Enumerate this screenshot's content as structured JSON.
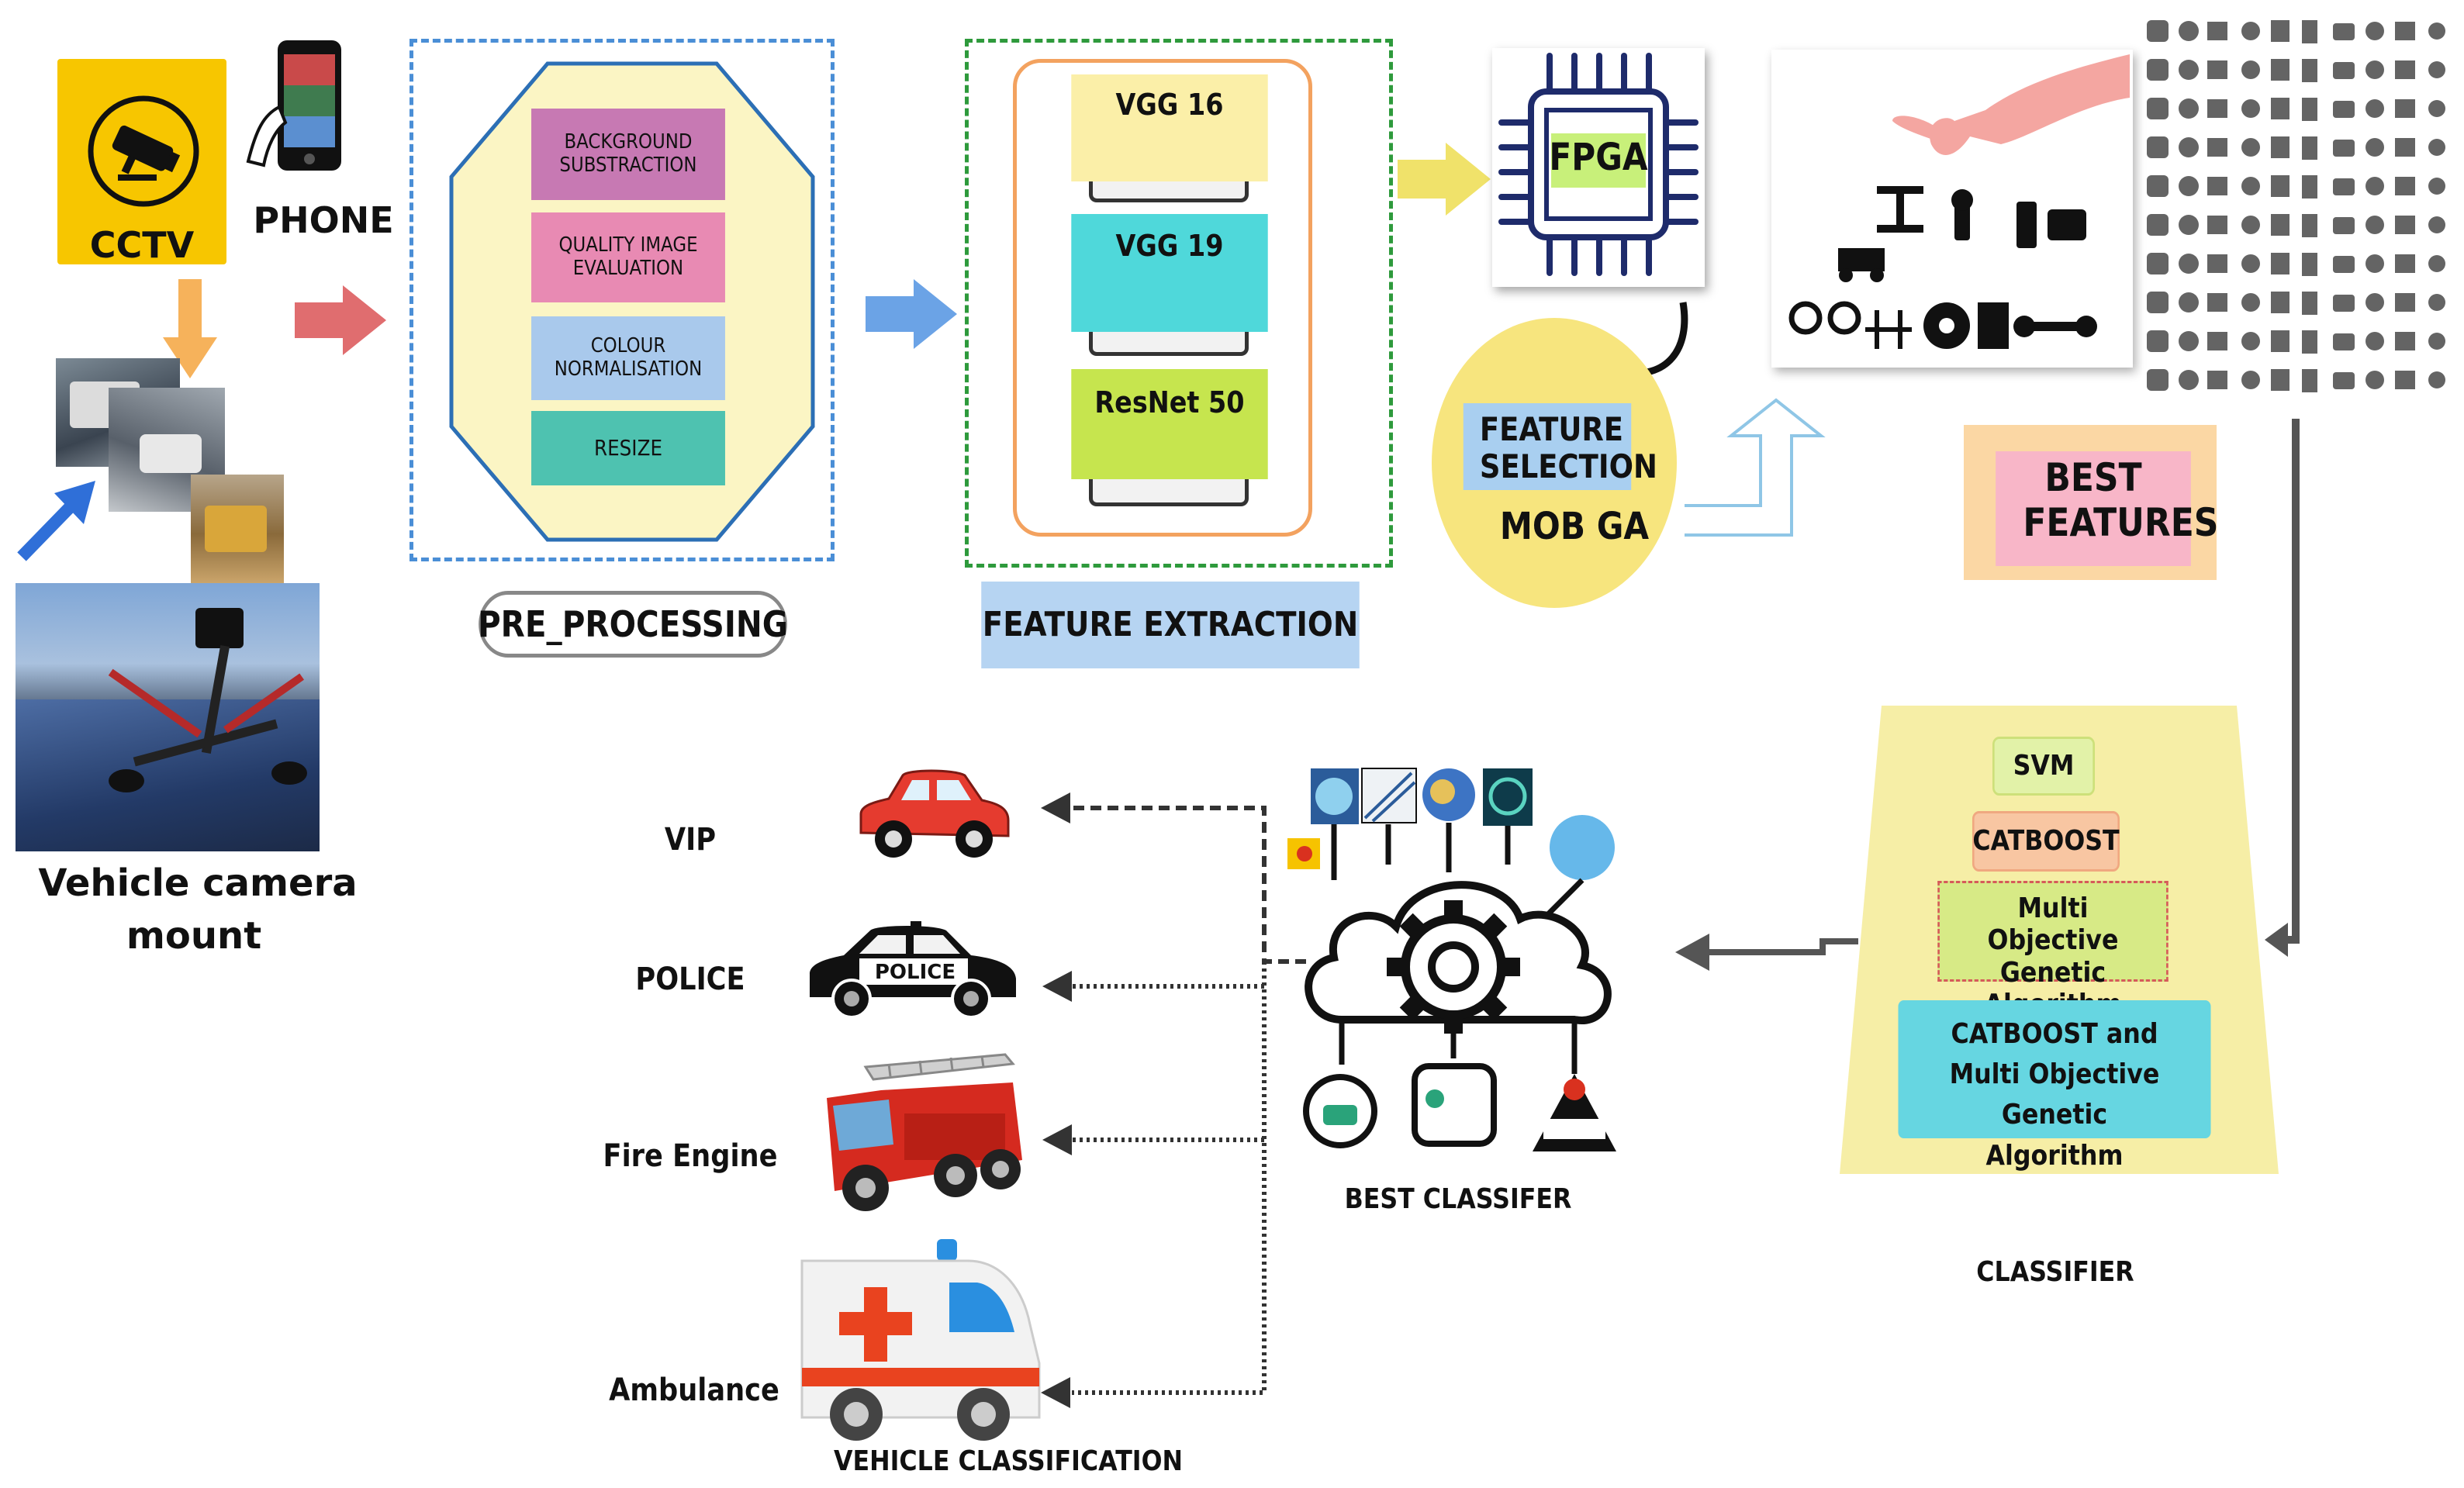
{
  "sources": {
    "cctv": "CCTV",
    "phone": "PHONE",
    "camera_mount_line1": "Vehicle camera",
    "camera_mount_line2": "mount"
  },
  "preprocessing": {
    "steps": [
      "BACKGROUND SUBSTRACTION",
      "QUALITY IMAGE EVALUATION",
      "COLOUR NORMALISATION",
      "RESIZE"
    ],
    "label": "PRE_PROCESSING"
  },
  "feature_extraction": {
    "models": [
      "VGG 16",
      "VGG 19",
      "ResNet 50"
    ],
    "label": "FEATURE EXTRACTION"
  },
  "fpga": {
    "label": "FPGA"
  },
  "feature_selection": {
    "label": "FEATURE SELECTION",
    "method": "MOB GA"
  },
  "best_features": {
    "label": "BEST FEATURES"
  },
  "classifier": {
    "items": [
      "SVM",
      "CATBOOST",
      "Multi Objective Genetic Algorithm",
      "CATBOOST and Multi Objective Genetic Algorithm"
    ],
    "label": "CLASSIFIER"
  },
  "best_classifier": {
    "label": "BEST CLASSIFER"
  },
  "vehicle_classification": {
    "classes": [
      "VIP",
      "POLICE",
      "Fire Engine",
      "Ambulance"
    ],
    "police_badge": "POLICE",
    "label": "VEHICLE CLASSIFICATION"
  },
  "colors": {
    "cctv_box": "#f7c600",
    "preproc_octagon": "#fbf5c4",
    "step_bg": "#c779b3",
    "step_quality": "#e88ab3",
    "step_colour": "#a9c9ec",
    "step_resize": "#4ec2b0",
    "vgg16": "#fbefa8",
    "vgg19": "#4fd8da",
    "resnet": "#c6e54e",
    "classifier_trap": "#f6eea6",
    "arrow_orange": "#f6b25b",
    "arrow_red": "#e06d6f",
    "arrow_blue": "#6ba3e6"
  }
}
